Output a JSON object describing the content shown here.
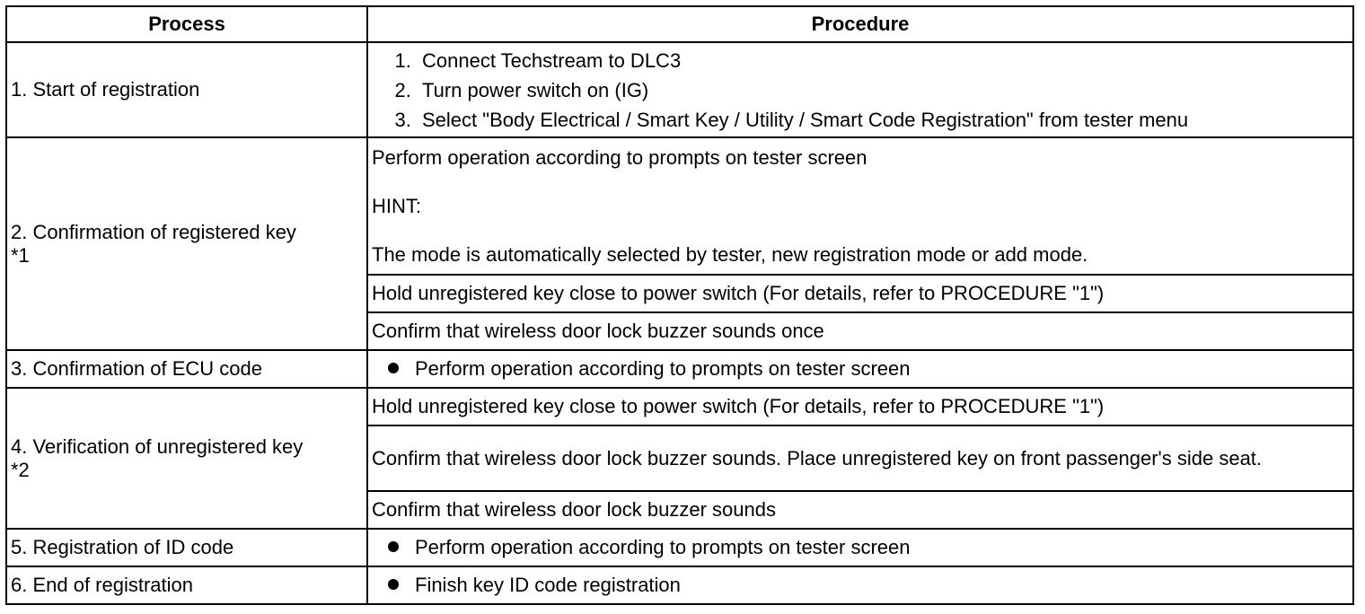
{
  "headers": {
    "process": "Process",
    "procedure": "Procedure"
  },
  "rows": {
    "r1": {
      "process": "1. Start of registration",
      "steps": [
        "Connect Techstream to DLC3",
        "Turn power switch on (IG)",
        "Select \"Body Electrical / Smart Key / Utility / Smart Code Registration\" from tester menu"
      ]
    },
    "r2": {
      "process_line1": "2. Confirmation of registered key",
      "process_line2": "*1",
      "prompt": "Perform operation according to prompts on tester screen",
      "hint_label": "HINT:",
      "hint_text": "The mode is automatically selected by tester, new registration mode or add mode.",
      "hold": "Hold unregistered key close to power switch (For details, refer to PROCEDURE \"1\")",
      "confirm": "Confirm that wireless door lock buzzer sounds once"
    },
    "r3": {
      "process": "3. Confirmation of ECU code",
      "bullet": "Perform operation according to prompts on tester screen"
    },
    "r4": {
      "process_line1": "4. Verification of unregistered key",
      "process_line2": "*2",
      "hold": "Hold unregistered key close to power switch (For details, refer to PROCEDURE \"1\")",
      "confirm_place": "Confirm that wireless door lock buzzer sounds. Place unregistered key on front passenger's side seat.",
      "confirm": "Confirm that wireless door lock buzzer sounds"
    },
    "r5": {
      "process": "5. Registration of ID code",
      "bullet": "Perform operation according to prompts on tester screen"
    },
    "r6": {
      "process": "6. End of registration",
      "bullet": "Finish key ID code registration"
    }
  }
}
